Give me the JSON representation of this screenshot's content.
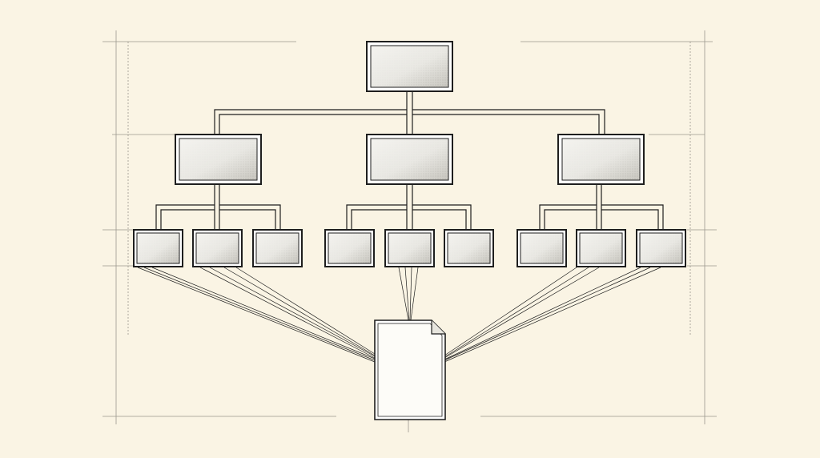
{
  "diagram": {
    "palette": {
      "paper": "#faf4e4",
      "ink": "#1e1e1e",
      "box_fill": "#ecebe6",
      "box_shade": "#c9c7c0",
      "guide": "#9a978d"
    },
    "nodes": {
      "root": {
        "label": ""
      },
      "level2": [
        {
          "label": "",
          "children": [
            {
              "label": ""
            },
            {
              "label": ""
            },
            {
              "label": ""
            }
          ]
        },
        {
          "label": "",
          "children": [
            {
              "label": ""
            },
            {
              "label": ""
            },
            {
              "label": ""
            }
          ]
        },
        {
          "label": "",
          "children": [
            {
              "label": ""
            },
            {
              "label": ""
            },
            {
              "label": ""
            }
          ]
        }
      ],
      "document": {
        "label": ""
      }
    },
    "connections": {
      "left_group_to_document": 2,
      "center_group_to_document": 1,
      "right_group_to_document": 2
    }
  }
}
